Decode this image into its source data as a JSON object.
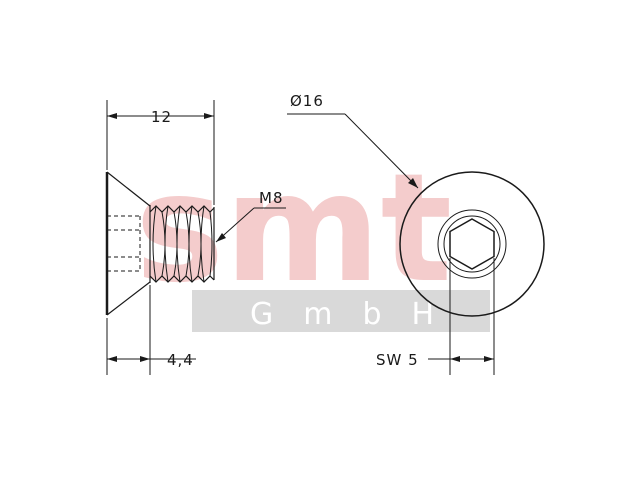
{
  "watermark": {
    "brand": "smt",
    "company": "GmbH",
    "brand_color": "#f4cccc",
    "band_color": "#d9d9d9"
  },
  "dimensions": {
    "length": "12",
    "thread": "M8",
    "head_diameter": "Ø16",
    "head_height": "4,4",
    "socket_size": "SW 5"
  }
}
